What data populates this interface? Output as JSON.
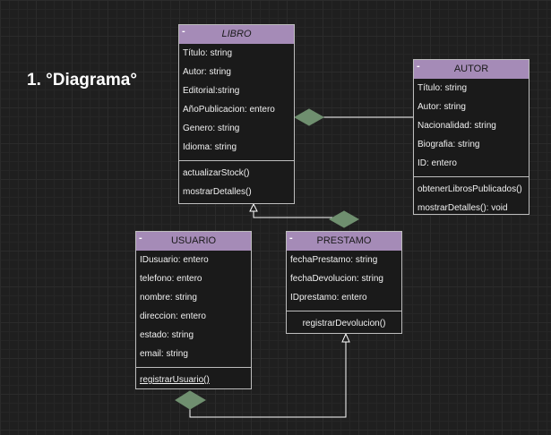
{
  "title": "1. °Diagrama°",
  "classes": {
    "libro": {
      "name": "LIBRO",
      "attributes": [
        "Título: string",
        "Autor: string",
        "Editorial:string",
        "AñoPublicacion: entero",
        "Genero: string",
        "Idioma: string"
      ],
      "methods": [
        "actualizarStock()",
        "mostrarDetalles()"
      ]
    },
    "autor": {
      "name": "AUTOR",
      "attributes": [
        "Título: string",
        "Autor: string",
        "Nacionalidad: string",
        "Biografia: string",
        "ID: entero"
      ],
      "methods": [
        "obtenerLibrosPublicados()",
        "mostrarDetalles(): void"
      ]
    },
    "usuario": {
      "name": "USUARIO",
      "attributes": [
        "IDusuario: entero",
        "telefono: entero",
        "nombre: string",
        "direccion: entero",
        "estado: string",
        "email: string"
      ],
      "methods": [
        "registrarUsuario()"
      ]
    },
    "prestamo": {
      "name": "PRESTAMO",
      "attributes": [
        "fechaPrestamo: string",
        "fechaDevolucion: string",
        "IDprestamo: entero"
      ],
      "methods": [
        "registrarDevolucion()"
      ]
    }
  },
  "colors": {
    "header": "#a58bb7",
    "diamond": "#6f8f6f",
    "line": "#ffffff",
    "background": "#1f1f1f"
  }
}
